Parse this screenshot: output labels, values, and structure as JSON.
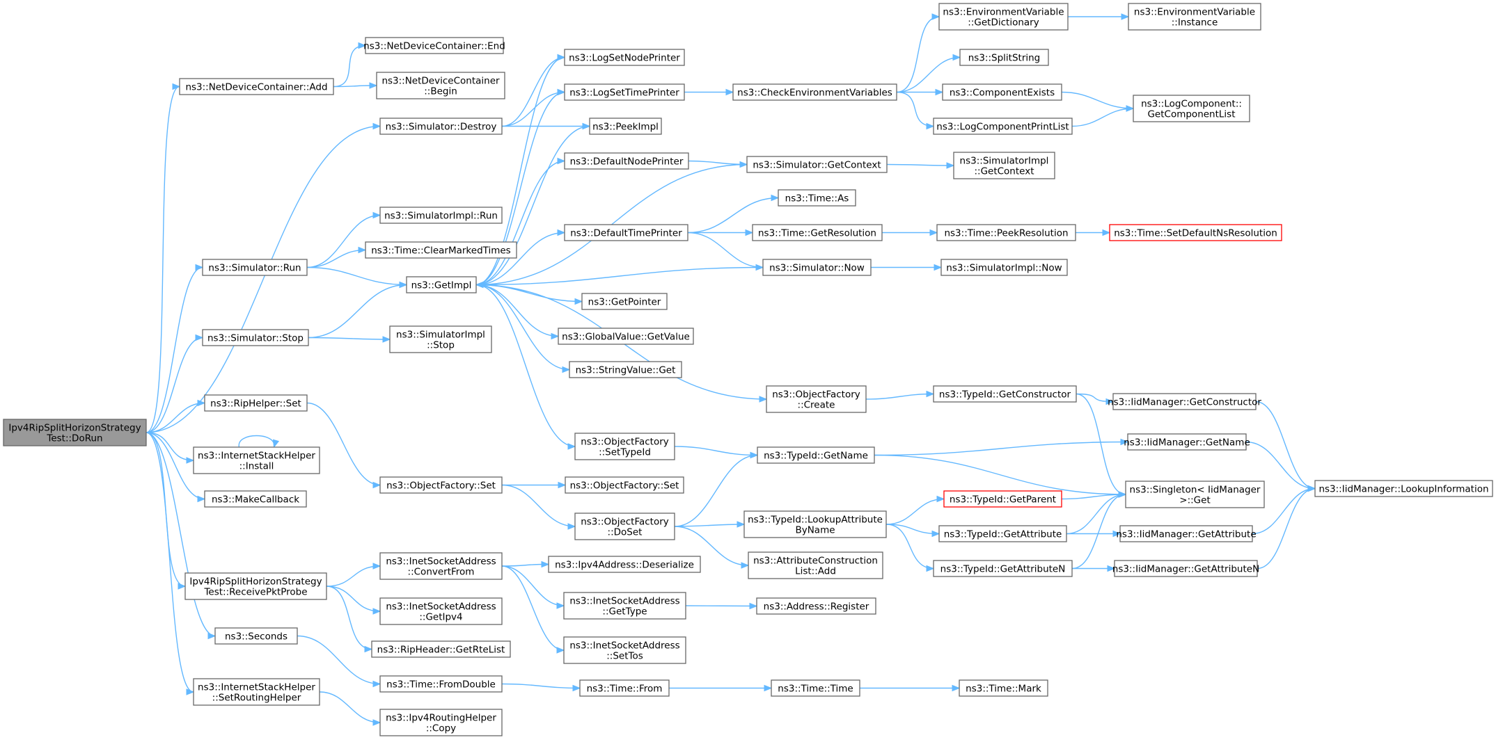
{
  "graph": {
    "edge_color": "#63b8ff",
    "node_border_color": "#666666",
    "root_fill_color": "#999999",
    "incomplete_node_border_color": "#ff0000",
    "nodes": {
      "root": [
        "Ipv4RipSplitHorizonStrategy",
        "Test::DoRun"
      ],
      "ndc_add": [
        "ns3::NetDeviceContainer::Add"
      ],
      "ndc_end": [
        "ns3::NetDeviceContainer::End"
      ],
      "ndc_begin": [
        "ns3::NetDeviceContainer",
        "::Begin"
      ],
      "sim_destroy": [
        "ns3::Simulator::Destroy"
      ],
      "log_node": [
        "ns3::LogSetNodePrinter"
      ],
      "log_time": [
        "ns3::LogSetTimePrinter"
      ],
      "peekimpl": [
        "ns3::PeekImpl"
      ],
      "default_node": [
        "ns3::DefaultNodePrinter"
      ],
      "default_time": [
        "ns3::DefaultTimePrinter"
      ],
      "check_env": [
        "ns3::CheckEnvironmentVariables"
      ],
      "env_dict": [
        "ns3::EnvironmentVariable",
        "::GetDictionary"
      ],
      "env_inst": [
        "ns3::EnvironmentVariable",
        "::Instance"
      ],
      "split_string": [
        "ns3::SplitString"
      ],
      "comp_exists": [
        "ns3::ComponentExists"
      ],
      "log_comp_print": [
        "ns3::LogComponentPrintList"
      ],
      "log_comp_list": [
        "ns3::LogComponent::",
        "GetComponentList"
      ],
      "sim_context": [
        "ns3::Simulator::GetContext"
      ],
      "simimpl_context": [
        "ns3::SimulatorImpl",
        "::GetContext"
      ],
      "time_as": [
        "ns3::Time::As"
      ],
      "time_getres": [
        "ns3::Time::GetResolution"
      ],
      "time_peekres": [
        "ns3::Time::PeekResolution"
      ],
      "time_setdefault": [
        "ns3::Time::SetDefaultNsResolution"
      ],
      "sim_now": [
        "ns3::Simulator::Now"
      ],
      "simimpl_now": [
        "ns3::SimulatorImpl::Now"
      ],
      "simimpl_run": [
        "ns3::SimulatorImpl::Run"
      ],
      "clear_marked": [
        "ns3::Time::ClearMarkedTimes"
      ],
      "sim_run": [
        "ns3::Simulator::Run"
      ],
      "getimpl": [
        "ns3::GetImpl"
      ],
      "getpointer": [
        "ns3::GetPointer"
      ],
      "global_value": [
        "ns3::GlobalValue::GetValue"
      ],
      "string_value": [
        "ns3::StringValue::Get"
      ],
      "sim_stop": [
        "ns3::Simulator::Stop"
      ],
      "simimpl_stop": [
        "ns3::SimulatorImpl",
        "::Stop"
      ],
      "of_create": [
        "ns3::ObjectFactory",
        "::Create"
      ],
      "typeid_getctor": [
        "ns3::TypeId::GetConstructor"
      ],
      "iid_getctor": [
        "ns3::IidManager::GetConstructor"
      ],
      "rip_set": [
        "ns3::RipHelper::Set"
      ],
      "ish_install": [
        "ns3::InternetStackHelper",
        "::Install"
      ],
      "of_settypeid": [
        "ns3::ObjectFactory",
        "::SetTypeId"
      ],
      "typeid_getname": [
        "ns3::TypeId::GetName"
      ],
      "iid_getname": [
        "ns3::IidManager::GetName"
      ],
      "iid_lookup": [
        "ns3::IidManager::LookupInformation"
      ],
      "make_callback": [
        "ns3::MakeCallback"
      ],
      "of_set": [
        "ns3::ObjectFactory::Set"
      ],
      "of_set2": [
        "ns3::ObjectFactory::Set"
      ],
      "singleton_get": [
        "ns3::Singleton< IidManager",
        ">::Get"
      ],
      "typeid_getparent": [
        "ns3::TypeId::GetParent"
      ],
      "of_doset": [
        "ns3::ObjectFactory",
        "::DoSet"
      ],
      "typeid_lookupattr": [
        "ns3::TypeId::LookupAttribute",
        "ByName"
      ],
      "typeid_getattr": [
        "ns3::TypeId::GetAttribute"
      ],
      "iid_getattr": [
        "ns3::IidManager::GetAttribute"
      ],
      "attr_list_add": [
        "ns3::AttributeConstruction",
        "List::Add"
      ],
      "typeid_getattrn": [
        "ns3::TypeId::GetAttributeN"
      ],
      "iid_getattrn": [
        "ns3::IidManager::GetAttributeN"
      ],
      "receive_probe": [
        "Ipv4RipSplitHorizonStrategy",
        "Test::ReceivePktProbe"
      ],
      "isa_convert": [
        "ns3::InetSocketAddress",
        "::ConvertFrom"
      ],
      "ipv4_deser": [
        "ns3::Ipv4Address::Deserialize"
      ],
      "isa_getipv4": [
        "ns3::InetSocketAddress",
        "::GetIpv4"
      ],
      "isa_gettype": [
        "ns3::InetSocketAddress",
        "::GetType"
      ],
      "addr_register": [
        "ns3::Address::Register"
      ],
      "rip_getrte": [
        "ns3::RipHeader::GetRteList"
      ],
      "isa_settos": [
        "ns3::InetSocketAddress",
        "::SetTos"
      ],
      "seconds": [
        "ns3::Seconds"
      ],
      "time_fromdouble": [
        "ns3::Time::FromDouble"
      ],
      "time_from": [
        "ns3::Time::From"
      ],
      "time_time": [
        "ns3::Time::Time"
      ],
      "time_mark": [
        "ns3::Time::Mark"
      ],
      "ish_setrouting": [
        "ns3::InternetStackHelper",
        "::SetRoutingHelper"
      ],
      "ipv4rh_copy": [
        "ns3::Ipv4RoutingHelper",
        "::Copy"
      ]
    }
  }
}
